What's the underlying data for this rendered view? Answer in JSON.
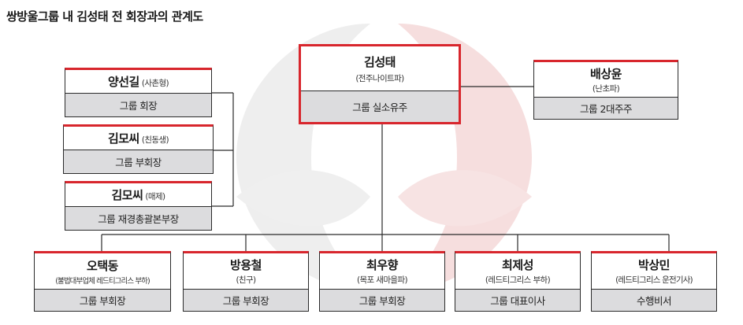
{
  "title": "쌍방울그룹 내 김성태 전 회장과의 관계도",
  "colors": {
    "accent": "#d8262d",
    "role_bg": "#dcdcde",
    "line": "#2a2a2a"
  },
  "center": {
    "name": "김성태",
    "note": "(전주나이트파)",
    "role": "그룹 실소유주"
  },
  "right": {
    "name": "배상윤",
    "note": "(난초파)",
    "role": "그룹 2대주주"
  },
  "left": [
    {
      "name": "양선길",
      "note": "(사촌형)",
      "role": "그룹 회장"
    },
    {
      "name": "김모씨",
      "note": "(친동생)",
      "role": "그룹 부회장"
    },
    {
      "name": "김모씨",
      "note": "(매제)",
      "role": "그룹 재경총괄본부장"
    }
  ],
  "bottom": [
    {
      "name": "오택동",
      "note": "(불법대부업체 레드티그리스 부하)",
      "role": "그룹 부회장"
    },
    {
      "name": "방용철",
      "note": "(친구)",
      "role": "그룹 부회장"
    },
    {
      "name": "최우향",
      "note": "(목포 새마을파)",
      "role": "그룹 부회장"
    },
    {
      "name": "최제성",
      "note": "(레드티그리스 부하)",
      "role": "그룹 대표이사"
    },
    {
      "name": "박상민",
      "note": "(레드티그리스 운전기사)",
      "role": "수행비서"
    }
  ]
}
